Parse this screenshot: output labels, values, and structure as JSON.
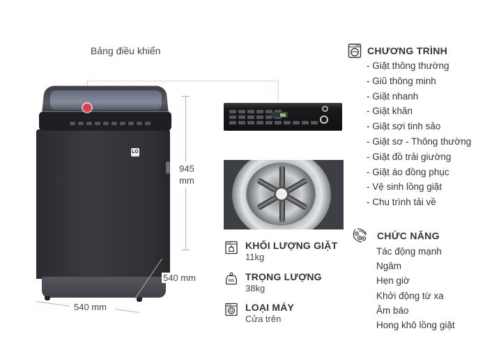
{
  "control_panel_label": "Bảng điều khiển",
  "dimensions": {
    "height": "945",
    "height_unit": "mm",
    "depth": "540 mm",
    "width": "540 mm"
  },
  "product": {
    "brand_badge": "LG",
    "accent_dot_color": "#e8384d",
    "dimension_line_color": "#e0a0a0",
    "body_color": "#2f3034"
  },
  "specs": [
    {
      "icon": "washer-capacity-icon",
      "title": "KHỐI LƯỢNG GIẶT",
      "value": "11kg"
    },
    {
      "icon": "weight-kg-icon",
      "title": "TRỌNG LƯỢNG",
      "value": "38kg"
    },
    {
      "icon": "washer-type-icon",
      "title": "LOẠI MÁY",
      "value": "Cửa trên"
    }
  ],
  "programs": {
    "icon": "washer-program-icon",
    "title": "CHƯƠNG TRÌNH",
    "items": [
      "- Giặt thông thường",
      "- Giũ thông minh",
      "- Giặt nhanh",
      "- Giặt khăn",
      "- Giặt sợi tinh sảo",
      "- Giặt sơ - Thông thường",
      "- Giặt đồ trải giường",
      "- Giặt áo đồng phục",
      "- Vệ sinh lồng giặt",
      "- Chu trình tải về"
    ]
  },
  "functions": {
    "icon": "drum-functions-icon",
    "title": "CHỨC NĂNG",
    "items": [
      "Tác động mạnh",
      "Ngâm",
      "Hẹn giờ",
      "Khởi động từ xa",
      "Âm báo",
      "Hong khô lồng giặt"
    ]
  }
}
